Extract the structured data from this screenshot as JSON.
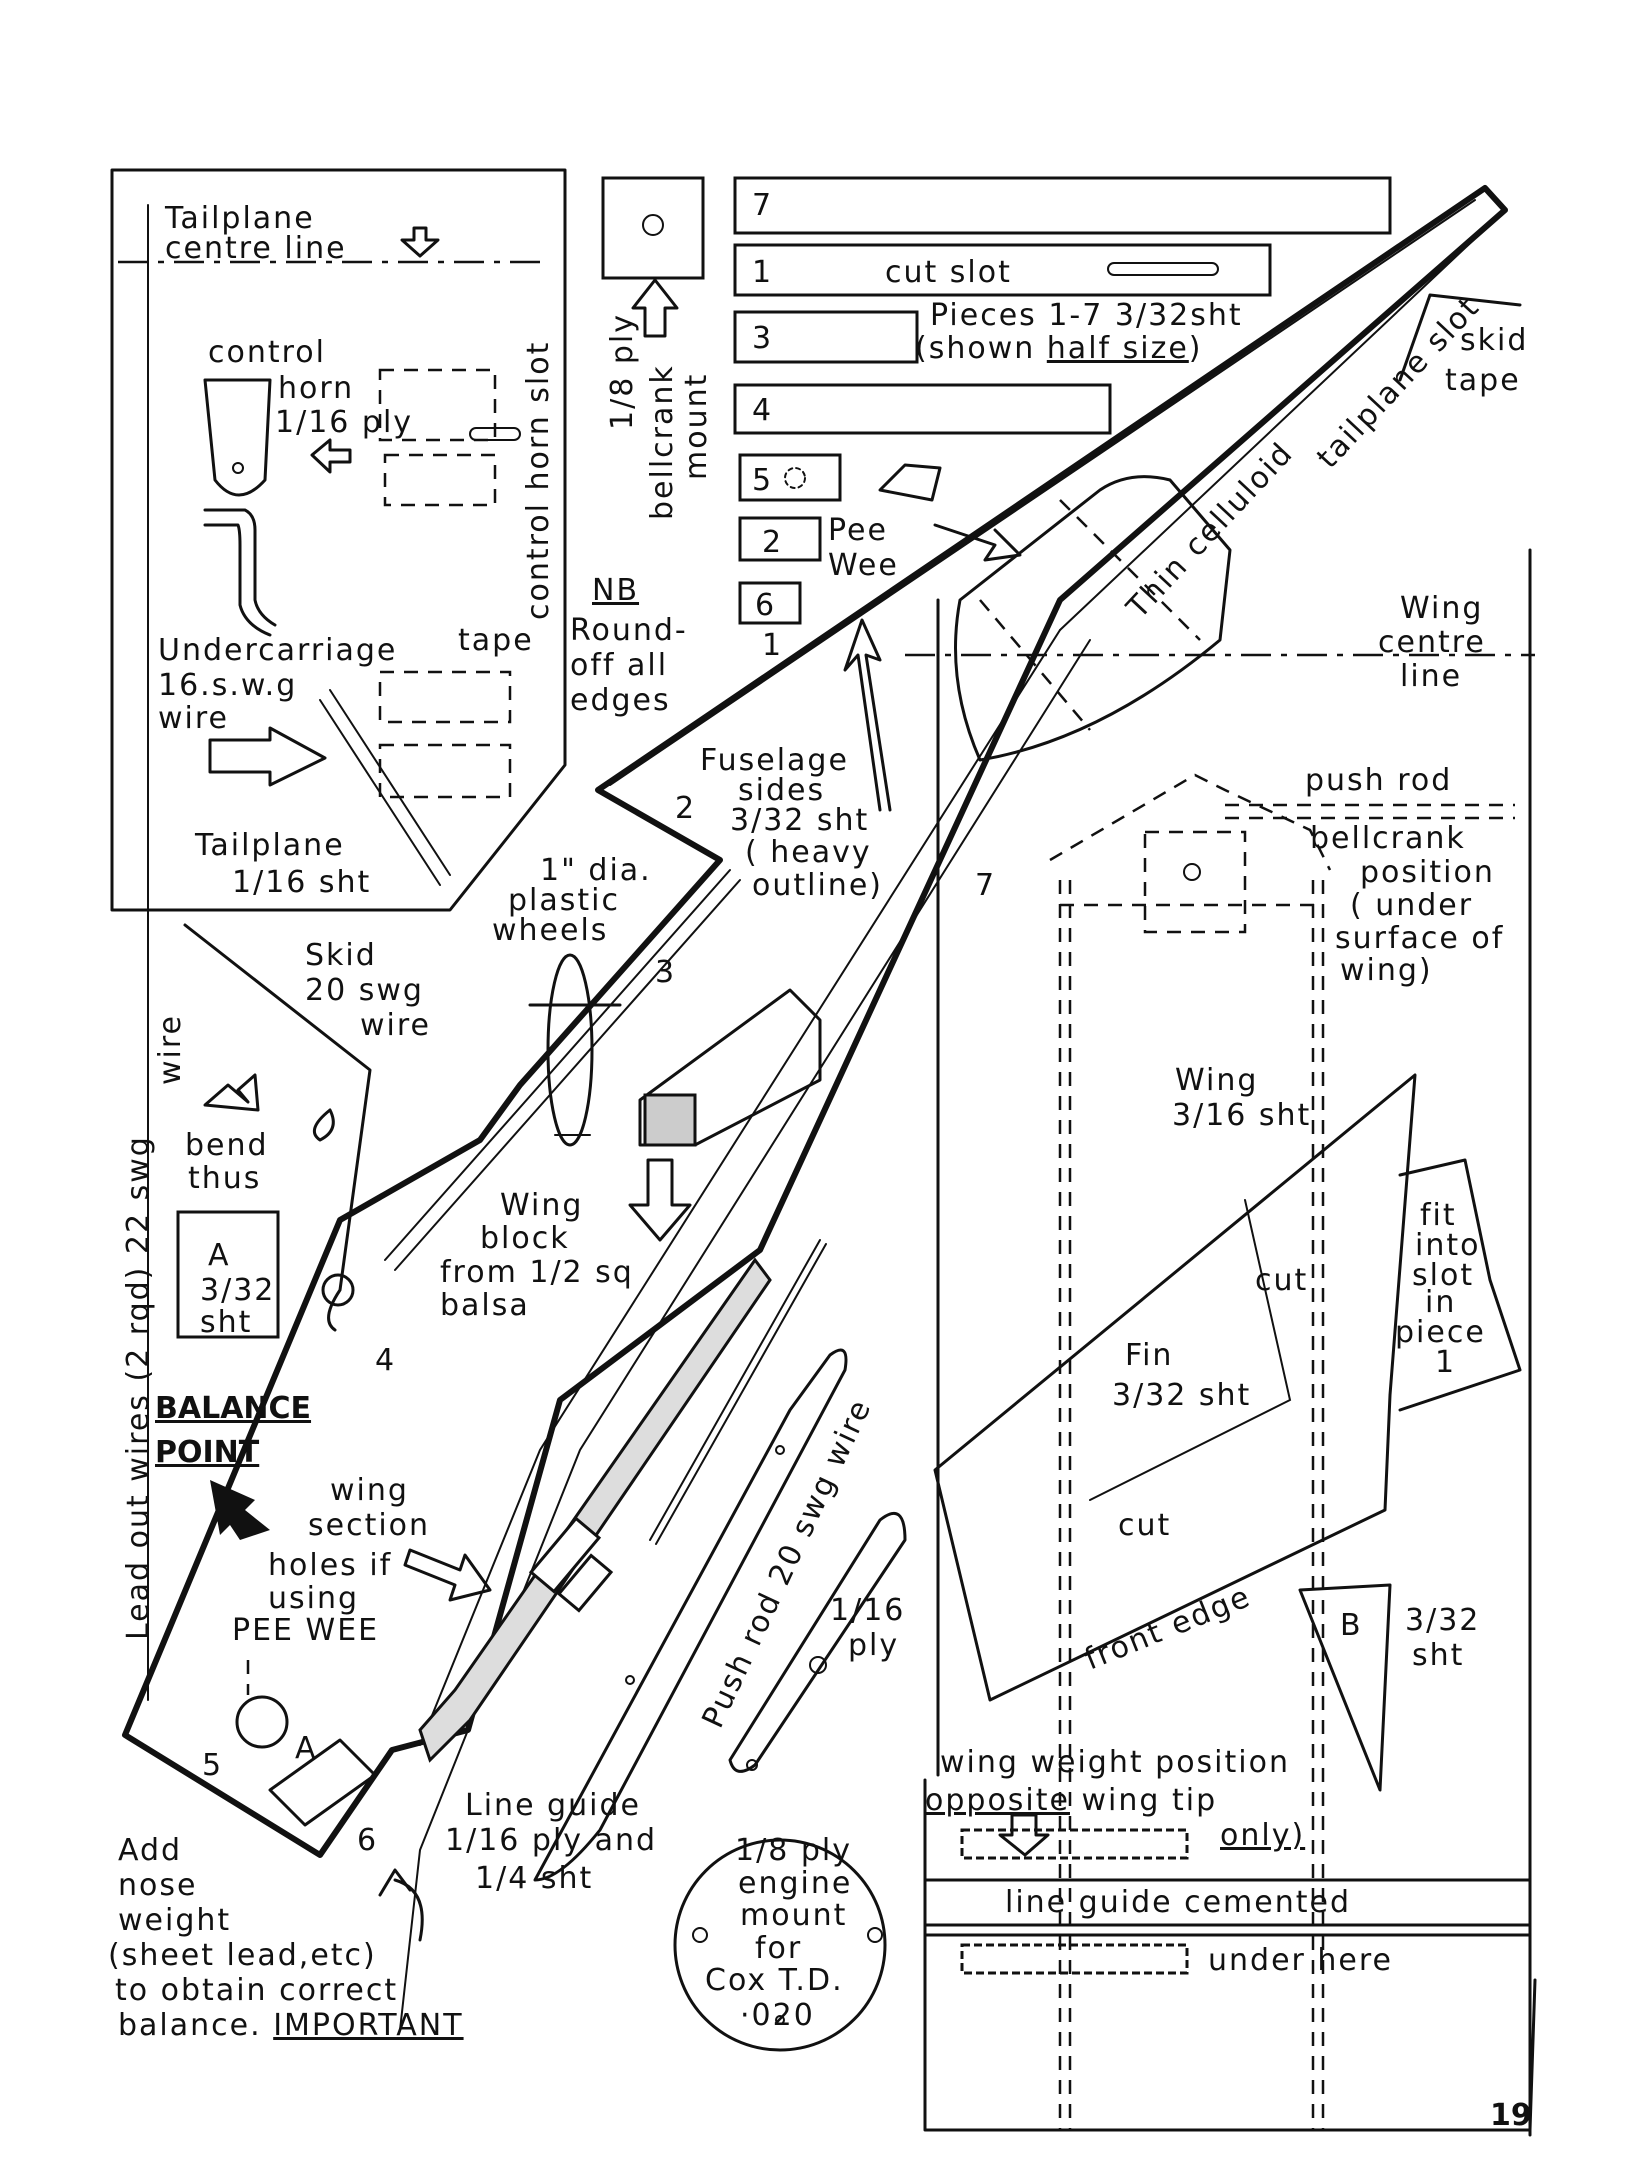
{
  "page_number": "19",
  "tailplane": {
    "centre_line_1": "Tailplane",
    "centre_line_2": "centre line",
    "control_horn": "control",
    "horn": "horn",
    "horn_ply": "1/16 ply",
    "control_horn_slot": "control horn slot",
    "undercarriage": "Undercarriage",
    "undercarriage_wire_1": "16.s.w.g",
    "undercarriage_wire_2": "wire",
    "tape": "tape",
    "tailplane_1": "Tailplane",
    "tailplane_2": "1/16 sht"
  },
  "bellcrank_mount": {
    "line1": "1/8 ply",
    "line2": "bellcrank",
    "line3": "mount"
  },
  "pieces": {
    "p7": "7",
    "p1": "1",
    "cut_slot": "cut slot",
    "p3": "3",
    "pieces_note_1": "Pieces 1-7  3/32sht",
    "pieces_note_2a": "(shown ",
    "pieces_note_2b": "half size",
    "pieces_note_2c": ")",
    "p4": "4",
    "p5": "5",
    "p2": "2",
    "pee_wee_1": "Pee",
    "pee_wee_2": "Wee",
    "p6": "6"
  },
  "nb": {
    "title": "NB",
    "line1": "Round-",
    "line2": "off all",
    "line3": "edges"
  },
  "fuselage": {
    "line1": "Fuselage",
    "line2": "sides",
    "line3": "3/32 sht",
    "line4": "( heavy",
    "line5": "outline)",
    "tailplane_slot": "tailplane slot",
    "thin_celluloid": "Thin celluloid",
    "skid": "skid",
    "tape": "tape",
    "n2": "2",
    "n3": "3",
    "n4": "4",
    "n5": "5",
    "n6": "6",
    "n7": "7",
    "n1": "1"
  },
  "wheels": {
    "line1": "1\" dia.",
    "line2": "plastic",
    "line3": "wheels"
  },
  "skid_wire": {
    "line1": "Skid",
    "line2": "20 swg",
    "line3": "wire",
    "bend1": "bend",
    "bend2": "thus"
  },
  "lead_out": {
    "text": "Lead out wires (2 rqd)  22 swg",
    "wire": "wire"
  },
  "piece_a": {
    "label": "A",
    "line2": "3/32",
    "line3": "sht"
  },
  "balance": {
    "line1": "BALANCE",
    "line2": "POINT"
  },
  "wing_block": {
    "line1": "Wing",
    "line2": "block",
    "line3": "from 1/2 sq",
    "line4": "balsa"
  },
  "wing_section": {
    "line1": "wing",
    "line2": "section"
  },
  "pee_wee_holes": {
    "line1": "holes if",
    "line2": "using",
    "line3": "PEE WEE"
  },
  "nose_weight": {
    "line1": "Add",
    "line2": "nose",
    "line3": "weight",
    "line4": "(sheet lead,etc)",
    "line5": "to  obtain correct",
    "line6a": "balance. ",
    "line6b": "IMPORTANT"
  },
  "line_guide": {
    "line1": "Line  guide",
    "line2": "1/16 ply  and",
    "line3": "1/4 sht"
  },
  "engine_mount": {
    "line1": "1/8 ply",
    "line2": "engine",
    "line3": "mount",
    "line4": "for",
    "line5": "Cox T.D.",
    "line6": "·020"
  },
  "push_rod_wire": "Push rod  20 swg wire",
  "ply_116": {
    "line1": "1/16",
    "line2": "ply"
  },
  "wing": {
    "centre_line_1": "Wing",
    "centre_line_2": "centre",
    "centre_line_3": "line",
    "push_rod": "push rod",
    "bellcrank_1": "bellcrank",
    "bellcrank_2": "position",
    "bellcrank_3": "( under",
    "bellcrank_4": "surface of",
    "bellcrank_5": "wing)",
    "wing_1": "Wing",
    "wing_2": "3/16 sht",
    "fit_1": "fit",
    "fit_2": "into",
    "fit_3": "slot",
    "fit_4": "in",
    "fit_5": "piece",
    "fit_6": "1",
    "fin_1": "Fin",
    "fin_2": "3/32 sht",
    "cut_1": "cut",
    "cut_2": "cut",
    "front_edge": "front edge",
    "b_label": "B",
    "b_1": "3/32",
    "b_2": "sht",
    "weight_1": "wing  weight position",
    "weight_2a": "opposite",
    "weight_2b": " wing tip",
    "weight_3": "only)",
    "line_guide_1": "line  guide  cemented",
    "line_guide_2": "under  here"
  }
}
